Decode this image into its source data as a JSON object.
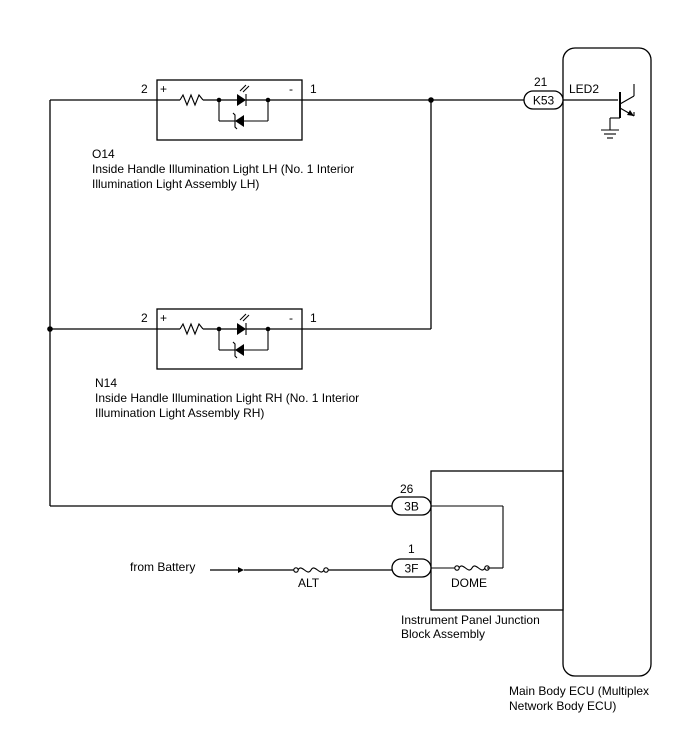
{
  "components": {
    "lh_light": {
      "code": "O14",
      "name_line1": "Inside Handle Illumination Light LH (No. 1 Interior",
      "name_line2": "Illumination Light Assembly LH)",
      "pin_left": "2",
      "pin_right": "1",
      "plus": "+",
      "minus": "-"
    },
    "rh_light": {
      "code": "N14",
      "name_line1": "Inside Handle Illumination Light RH (No. 1 Interior",
      "name_line2": "Illumination Light Assembly RH)",
      "pin_left": "2",
      "pin_right": "1",
      "plus": "+",
      "minus": "-"
    },
    "main_ecu": {
      "name_line1": "Main Body ECU (Multiplex",
      "name_line2": "Network Body ECU)",
      "pin_number": "21",
      "connector": "K53",
      "terminal": "LED2"
    },
    "junction_block": {
      "name_line1": "Instrument Panel Junction",
      "name_line2": "Block Assembly",
      "conn_3b_pin": "26",
      "conn_3b": "3B",
      "conn_3f_pin": "1",
      "conn_3f": "3F",
      "fuse_dome": "DOME"
    },
    "battery": {
      "label": "from Battery",
      "fuse_alt": "ALT"
    }
  }
}
